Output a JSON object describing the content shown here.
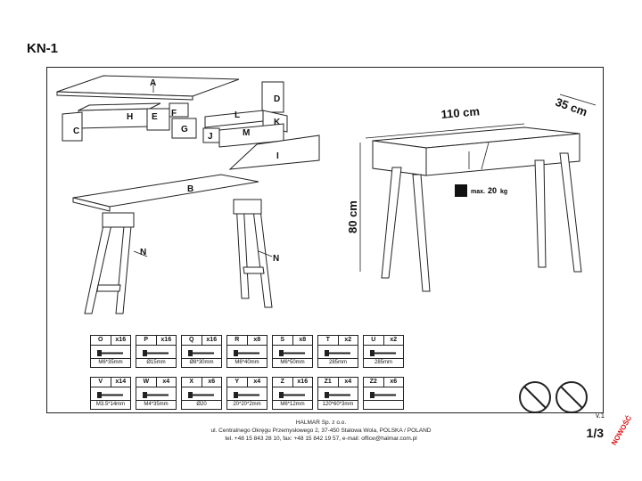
{
  "document": {
    "title": "KN-1",
    "page": "1/3",
    "version": "v.1",
    "badge": "NOWOŚĆ"
  },
  "parts": [
    "A",
    "B",
    "C",
    "D",
    "E",
    "F",
    "G",
    "H",
    "I",
    "J",
    "K",
    "L",
    "M",
    "N",
    "N"
  ],
  "dimensions": {
    "width": "110 cm",
    "depth": "35 cm",
    "height": "80 cm",
    "max_load_label": "max.",
    "max_load_value": "20",
    "max_load_unit": "kg"
  },
  "hardware": [
    {
      "code": "O",
      "qty": "x16",
      "size": "M6*35mm",
      "icon": "bolt-icon"
    },
    {
      "code": "P",
      "qty": "x16",
      "size": "Ø15mm",
      "icon": "cam-lock-icon"
    },
    {
      "code": "Q",
      "qty": "x16",
      "size": "Ø8*30mm",
      "icon": "dowel-icon"
    },
    {
      "code": "R",
      "qty": "x8",
      "size": "M6*40mm",
      "icon": "bolt-icon"
    },
    {
      "code": "S",
      "qty": "x8",
      "size": "M6*50mm",
      "icon": "bolt-icon"
    },
    {
      "code": "T",
      "qty": "x2",
      "size": "285mm",
      "icon": "rail-icon"
    },
    {
      "code": "U",
      "qty": "x2",
      "size": "285mm",
      "icon": "rail-icon"
    },
    {
      "code": "V",
      "qty": "x14",
      "size": "M3.5*14mm",
      "icon": "screw-icon"
    },
    {
      "code": "W",
      "qty": "x4",
      "size": "M4*35mm",
      "icon": "screw-icon"
    },
    {
      "code": "X",
      "qty": "x6",
      "size": "Ø20",
      "icon": "cap-icon"
    },
    {
      "code": "Y",
      "qty": "x4",
      "size": "20*20*2mm",
      "icon": "pad-icon"
    },
    {
      "code": "Z",
      "qty": "x16",
      "size": "M6*12mm",
      "icon": "nut-icon"
    },
    {
      "code": "Z1",
      "qty": "x4",
      "size": "120*60*3mm",
      "icon": "plate-icon"
    },
    {
      "code": "Z2",
      "qty": "x6",
      "size": "",
      "icon": "bracket-icon"
    }
  ],
  "footer": {
    "company": "HALMAR Sp. z o.o.",
    "address": "ul. Centralnego Okręgu Przemysłowego 2, 37-450 Stalowa Wola, POLSKA / POLAND",
    "contact": "tel. +48 15 843 28 10, fax: +48 15 842 19 57, e-mail: office@halmar.com.pl"
  },
  "colors": {
    "line": "#222222",
    "badge": "#dd1111"
  }
}
